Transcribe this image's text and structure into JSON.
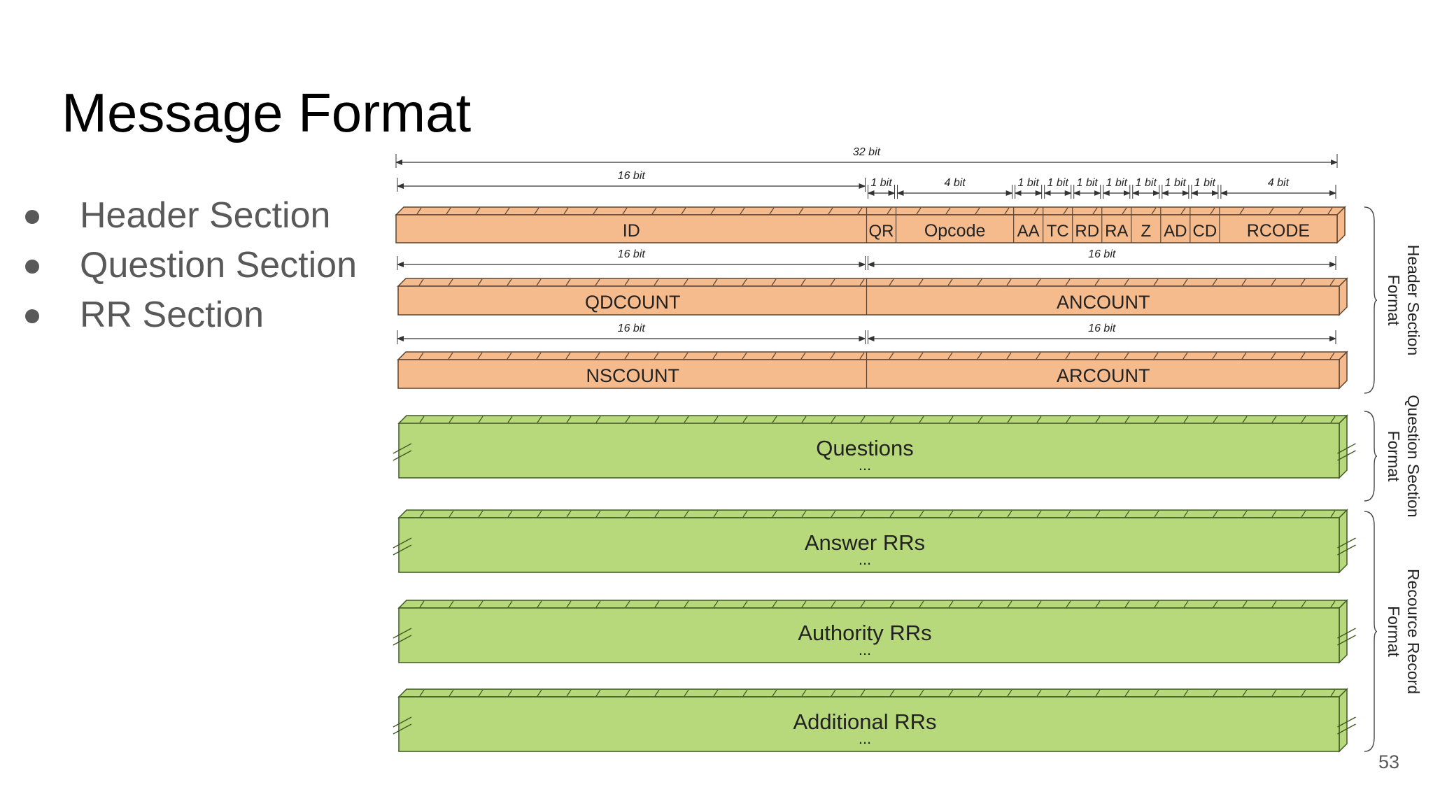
{
  "slide": {
    "title": "Message Format",
    "bullets": [
      "Header Section",
      "Question Section",
      "RR Section"
    ],
    "page_number": "53"
  },
  "diagram": {
    "total_width_label": "32 bit",
    "header_row1": [
      {
        "label": "ID",
        "bits": 16,
        "bit_label": "16 bit"
      },
      {
        "label": "QR",
        "bits": 1,
        "bit_label": "1 bit"
      },
      {
        "label": "Opcode",
        "bits": 4,
        "bit_label": "4 bit"
      },
      {
        "label": "AA",
        "bits": 1,
        "bit_label": "1 bit"
      },
      {
        "label": "TC",
        "bits": 1,
        "bit_label": "1 bit"
      },
      {
        "label": "RD",
        "bits": 1,
        "bit_label": "1 bit"
      },
      {
        "label": "RA",
        "bits": 1,
        "bit_label": "1 bit"
      },
      {
        "label": "Z",
        "bits": 1,
        "bit_label": "1 bit"
      },
      {
        "label": "AD",
        "bits": 1,
        "bit_label": "1 bit"
      },
      {
        "label": "CD",
        "bits": 1,
        "bit_label": "1 bit"
      },
      {
        "label": "RCODE",
        "bits": 4,
        "bit_label": "4 bit"
      }
    ],
    "header_row2": [
      {
        "label": "QDCOUNT",
        "bits": 16,
        "bit_label": "16 bit"
      },
      {
        "label": "ANCOUNT",
        "bits": 16,
        "bit_label": "16 bit"
      }
    ],
    "header_row3": [
      {
        "label": "NSCOUNT",
        "bits": 16,
        "bit_label": "16 bit"
      },
      {
        "label": "ARCOUNT",
        "bits": 16,
        "bit_label": "16 bit"
      }
    ],
    "sections": [
      {
        "label": "Questions",
        "continuation": "..."
      },
      {
        "label": "Answer RRs",
        "continuation": "..."
      },
      {
        "label": "Authority RRs",
        "continuation": "..."
      },
      {
        "label": "Additional RRs",
        "continuation": "..."
      }
    ],
    "brace_labels": {
      "header": [
        "Header Section",
        "Format"
      ],
      "question": [
        "Question Section",
        "Format"
      ],
      "resource": [
        "Recource Record",
        "Format"
      ]
    },
    "colors": {
      "header_fill": "#f5bb8c",
      "header_stroke": "#5c4432",
      "section_fill": "#b7d97c",
      "section_stroke": "#3c5a20"
    }
  }
}
